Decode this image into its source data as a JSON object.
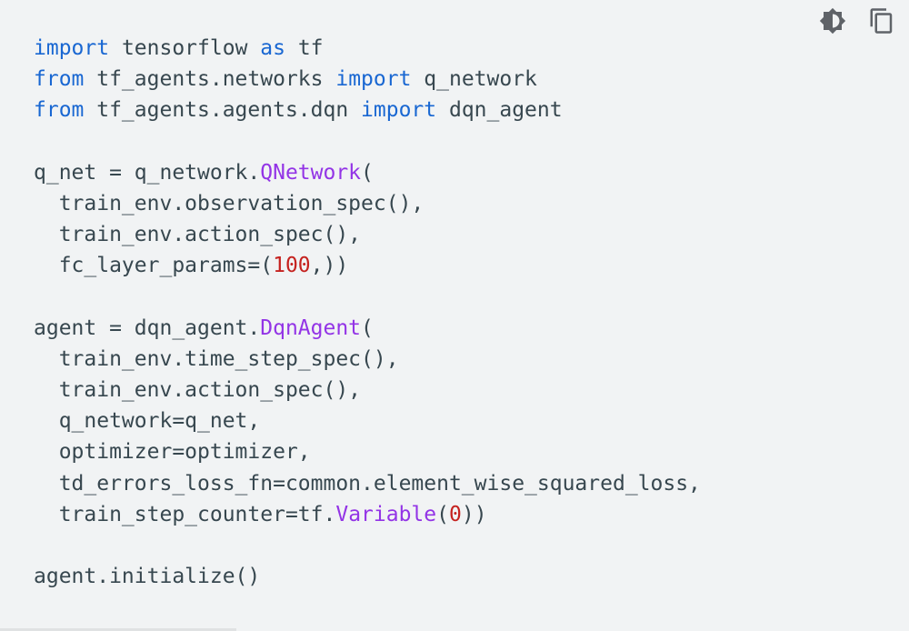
{
  "toolbar": {
    "theme_icon": "brightness-medium-icon",
    "copy_icon": "content-copy-icon"
  },
  "code": [
    [
      {
        "t": "kw",
        "v": "import"
      },
      {
        "t": "p",
        "v": " tensorflow "
      },
      {
        "t": "kw",
        "v": "as"
      },
      {
        "t": "p",
        "v": " tf"
      }
    ],
    [
      {
        "t": "kw",
        "v": "from"
      },
      {
        "t": "p",
        "v": " tf_agents.networks "
      },
      {
        "t": "kw",
        "v": "import"
      },
      {
        "t": "p",
        "v": " q_network"
      }
    ],
    [
      {
        "t": "kw",
        "v": "from"
      },
      {
        "t": "p",
        "v": " tf_agents.agents.dqn "
      },
      {
        "t": "kw",
        "v": "import"
      },
      {
        "t": "p",
        "v": " dqn_agent"
      }
    ],
    [],
    [
      {
        "t": "p",
        "v": "q_net = q_network."
      },
      {
        "t": "fn",
        "v": "QNetwork"
      },
      {
        "t": "p",
        "v": "("
      }
    ],
    [
      {
        "t": "p",
        "v": "  train_env.observation_spec(),"
      }
    ],
    [
      {
        "t": "p",
        "v": "  train_env.action_spec(),"
      }
    ],
    [
      {
        "t": "p",
        "v": "  fc_layer_params=("
      },
      {
        "t": "num",
        "v": "100"
      },
      {
        "t": "p",
        "v": ",))"
      }
    ],
    [],
    [
      {
        "t": "p",
        "v": "agent = dqn_agent."
      },
      {
        "t": "fn",
        "v": "DqnAgent"
      },
      {
        "t": "p",
        "v": "("
      }
    ],
    [
      {
        "t": "p",
        "v": "  train_env.time_step_spec(),"
      }
    ],
    [
      {
        "t": "p",
        "v": "  train_env.action_spec(),"
      }
    ],
    [
      {
        "t": "p",
        "v": "  q_network=q_net,"
      }
    ],
    [
      {
        "t": "p",
        "v": "  optimizer=optimizer,"
      }
    ],
    [
      {
        "t": "p",
        "v": "  td_errors_loss_fn=common.element_wise_squared_loss,"
      }
    ],
    [
      {
        "t": "p",
        "v": "  train_step_counter=tf."
      },
      {
        "t": "fn",
        "v": "Variable"
      },
      {
        "t": "p",
        "v": "("
      },
      {
        "t": "num",
        "v": "0"
      },
      {
        "t": "p",
        "v": "))"
      }
    ],
    [],
    [
      {
        "t": "p",
        "v": "agent.initialize()"
      }
    ]
  ],
  "colors": {
    "background": "#f1f3f4",
    "text": "#37474f",
    "keyword": "#1967d2",
    "function": "#9334e6",
    "number": "#c5221f",
    "icon": "#5f6368"
  }
}
